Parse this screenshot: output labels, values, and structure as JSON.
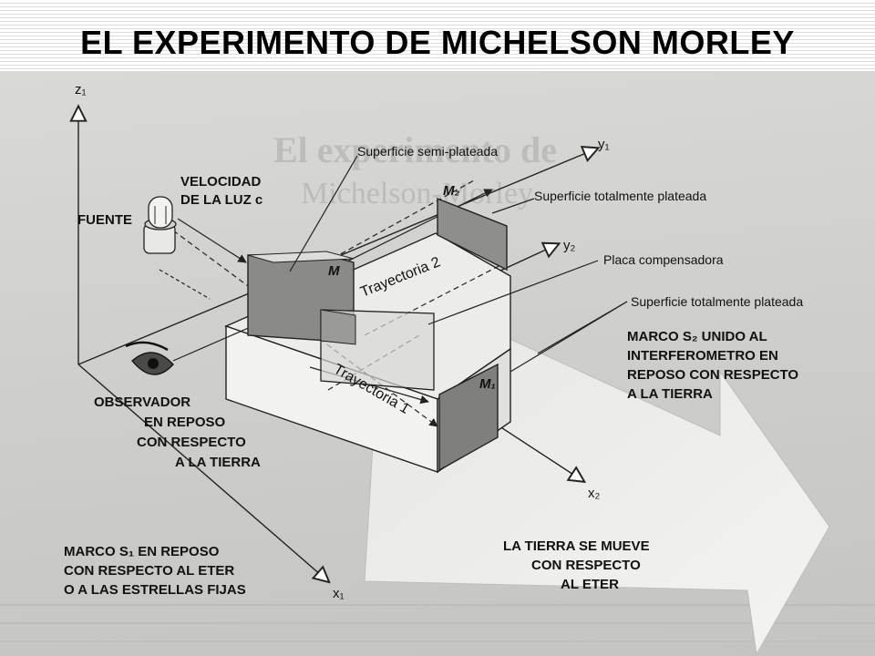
{
  "slide": {
    "title": "EL EXPERIMENTO DE MICHELSON MORLEY"
  },
  "diagram": {
    "axes": {
      "z1": "z₁",
      "y1": "y₁",
      "y2": "y₂",
      "x1": "x₁",
      "x2": "x₂"
    },
    "mirrors": {
      "m": "M",
      "m1": "M₁",
      "m2": "M₂"
    },
    "paths": {
      "trayectoria_1": "Trayectoria 1",
      "trayectoria_2": "Trayectoria 2"
    },
    "labels": {
      "fuente": "FUENTE",
      "velocidad_line1": "VELOCIDAD",
      "velocidad_line2": "DE LA LUZ c",
      "semi_plateada": "Superficie semi-plateada",
      "totalmente_plateada_top": "Superficie totalmente plateada",
      "placa_compensadora": "Placa compensadora",
      "totalmente_plateada_right": "Superficie totalmente plateada",
      "marco_s2_line1": "MARCO S₂ UNIDO AL",
      "marco_s2_line2": "INTERFEROMETRO EN",
      "marco_s2_line3": "REPOSO CON RESPECTO",
      "marco_s2_line4": "A LA TIERRA",
      "observador_line1": "OBSERVADOR",
      "observador_line2": "EN REPOSO",
      "observador_line3": "CON RESPECTO",
      "observador_line4": "A LA TIERRA",
      "marco_s1_line1": "MARCO S₁ EN REPOSO",
      "marco_s1_line2": "CON RESPECTO AL ETER",
      "marco_s1_line3": "O A LAS ESTRELLAS FIJAS",
      "tierra_line1": "LA TIERRA SE MUEVE",
      "tierra_line2": "CON RESPECTO",
      "tierra_line3": "AL ETER"
    }
  }
}
